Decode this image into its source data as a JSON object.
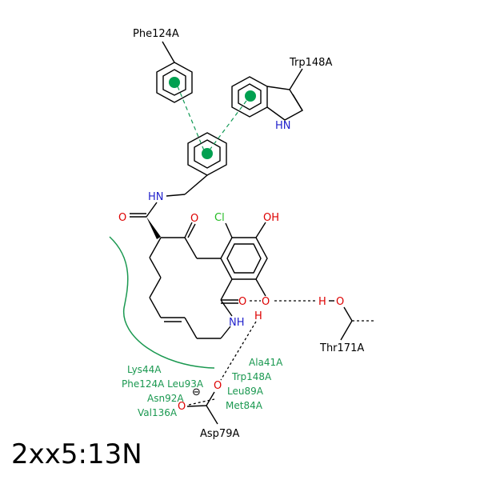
{
  "residues": {
    "phe124": "Phe124A",
    "trp148": "Trp148A",
    "thr171": "Thr171A",
    "asp79": "Asp79A"
  },
  "atoms": {
    "hn_trp": "HN",
    "nh_amide": "HN",
    "o_amide": "O",
    "o_ketone": "O",
    "cl": "Cl",
    "oh": "OH",
    "o_lactam": "O",
    "o_ring_oh": "O",
    "h_ring_oh": "H",
    "nh_lactam": "NH",
    "h_thr": "H",
    "o_thr": "O",
    "o_asp1": "O",
    "o_asp2": "O",
    "charge": "⊖"
  },
  "pocket_residues": {
    "left": [
      "Lys44A",
      "Phe124A Leu93A",
      "Asn92A",
      "Val136A"
    ],
    "right": [
      "Ala41A",
      "Trp148A",
      "Leu89A",
      "Met84A"
    ]
  },
  "caption": "2xx5:13N",
  "colors": {
    "nitrogen": "#2222cc",
    "oxygen": "#dd0000",
    "chlorine": "#22bb22",
    "pi_interaction": "#119955",
    "pocket": "#1a9850"
  }
}
